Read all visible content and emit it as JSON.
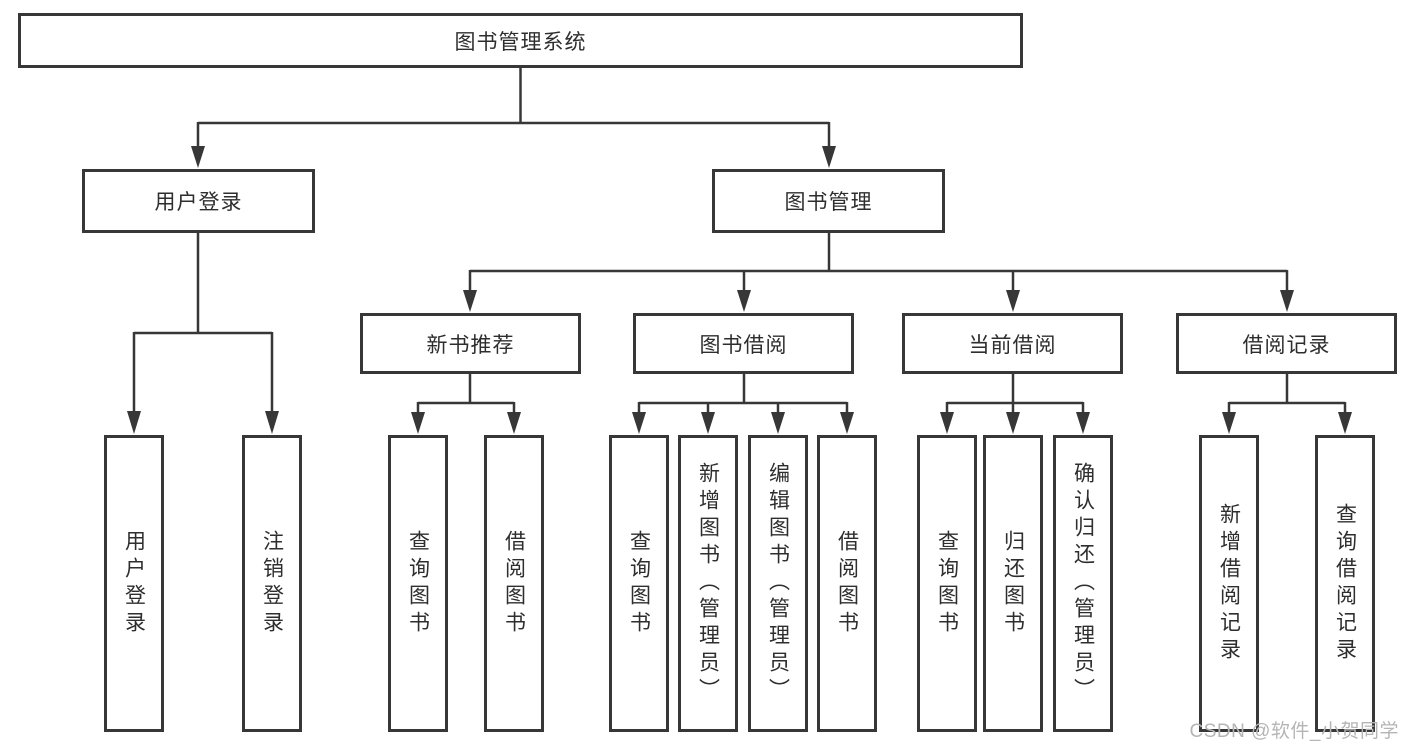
{
  "diagram_type": "hierarchy-tree",
  "tree": {
    "root": {
      "label": "图书管理系统"
    },
    "branches": [
      {
        "label": "用户登录",
        "children": [
          {
            "label": "用户登录"
          },
          {
            "label": "注销登录"
          }
        ]
      },
      {
        "label": "图书管理",
        "children": [
          {
            "label": "新书推荐",
            "children": [
              {
                "label": "查询图书"
              },
              {
                "label": "借阅图书"
              }
            ]
          },
          {
            "label": "图书借阅",
            "children": [
              {
                "label": "查询图书"
              },
              {
                "label": "新增图书（管理员）"
              },
              {
                "label": "编辑图书（管理员）"
              },
              {
                "label": "借阅图书"
              }
            ]
          },
          {
            "label": "当前借阅",
            "children": [
              {
                "label": "查询图书"
              },
              {
                "label": "归还图书"
              },
              {
                "label": "确认归还（管理员）"
              }
            ]
          },
          {
            "label": "借阅记录",
            "children": [
              {
                "label": "新增借阅记录"
              },
              {
                "label": "查询借阅记录"
              }
            ]
          }
        ]
      }
    ]
  },
  "watermark": "CSDN @软件_小贺同学",
  "colors": {
    "line": "#373737",
    "box_border": "#373737",
    "text": "#2e2e2e",
    "background": "#ffffff",
    "watermark": "#b5b5b5"
  }
}
